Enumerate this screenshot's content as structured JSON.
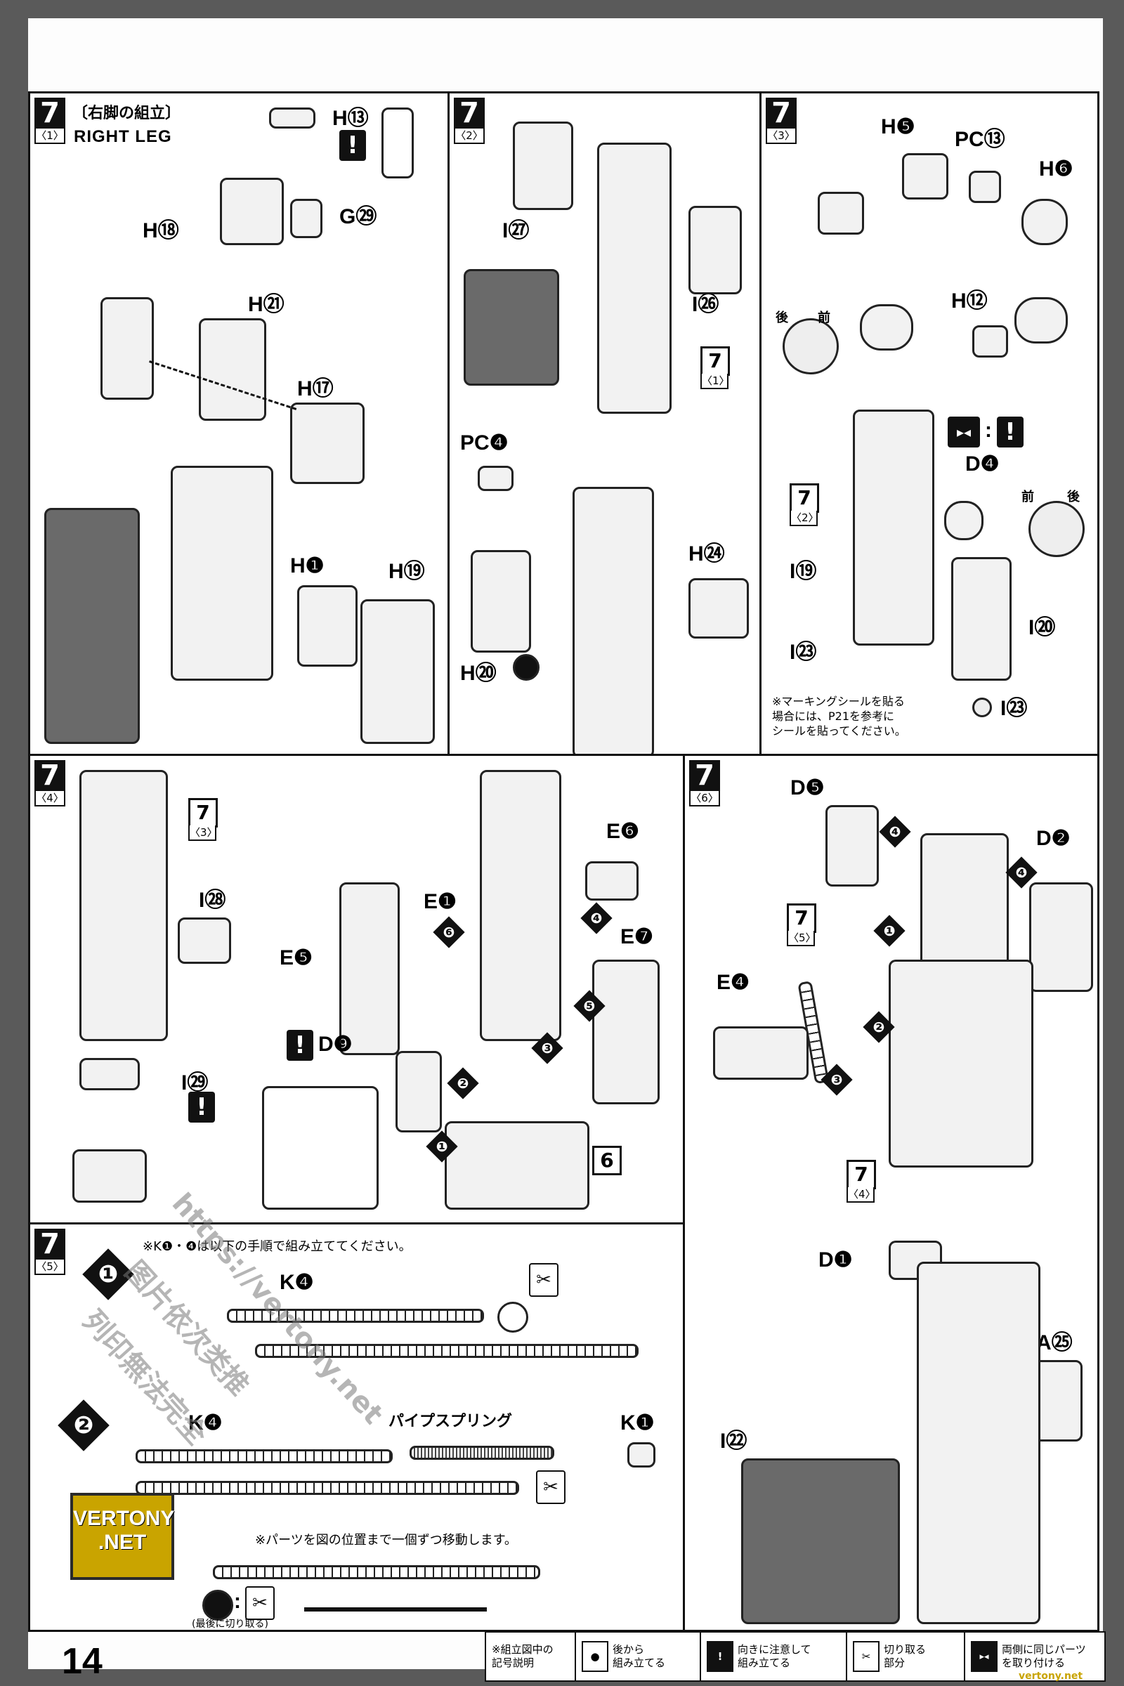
{
  "page": {
    "number": "14",
    "watermark_url": "https://vertony.net",
    "watermark_text_1": "图片依次类推",
    "watermark_text_2": "列印無法完全",
    "logo": "VERTONY\n.NET",
    "corner_tag": "vertony.net"
  },
  "step1": {
    "num": "7",
    "sub": "〈1〉",
    "title_jp": "〔右脚の組立〕",
    "title_en": "RIGHT LEG",
    "labels": [
      "H⑬",
      "G㉙",
      "H⑱",
      "H㉑",
      "H⑰",
      "H❶",
      "H⑲"
    ]
  },
  "step2": {
    "num": "7",
    "sub": "〈2〉",
    "labels": [
      "I㉗",
      "I㉖",
      "PC❹",
      "H㉔",
      "H⑳"
    ],
    "ref": "7",
    "ref_sub": "〈1〉"
  },
  "step3": {
    "num": "7",
    "sub": "〈3〉",
    "labels": [
      "H❺",
      "PC⑬",
      "H❻",
      "H⑫",
      "D❹",
      "I⑲",
      "I㉓",
      "I⑳",
      "I㉓"
    ],
    "dir_back": "後",
    "dir_front": "前",
    "ref": "7",
    "ref_sub": "〈2〉",
    "note": "※マーキングシールを貼る\n場合には、P21を参考に\nシールを貼ってください。"
  },
  "step4": {
    "num": "7",
    "sub": "〈4〉",
    "labels": [
      "I㉘",
      "I㉙",
      "E❶",
      "E❻",
      "E❺",
      "E❼",
      "D❾"
    ],
    "ref": "7",
    "ref_sub": "〈3〉",
    "sequence": [
      "❶",
      "❷",
      "❸",
      "❹",
      "❺",
      "❻"
    ],
    "box": "6"
  },
  "step5": {
    "num": "7",
    "sub": "〈5〉",
    "note1": "※K❶・❹は以下の手順で組み立ててください。",
    "part_k4": "K❹",
    "part_k1": "K❶",
    "spring": "パイプスプリング",
    "note3": "※パーツを図の位置まで一個ずつ移動します。",
    "cut_note": "(最後に切り取る)"
  },
  "step6": {
    "num": "7",
    "sub": "〈6〉",
    "labels": [
      "D❺",
      "D❷",
      "E❹",
      "D❶",
      "A㉕",
      "I㉒"
    ],
    "ref_a": "7",
    "ref_a_sub": "〈5〉",
    "ref_b": "7",
    "ref_b_sub": "〈4〉"
  },
  "legend": {
    "title": "※組立図中の\n記号説明",
    "items": [
      {
        "icon": "●",
        "text": "後から\n組み立てる"
      },
      {
        "icon": "!",
        "text": "向きに注意して\n組み立てる"
      },
      {
        "icon": "✂",
        "text": "切り取る\n部分"
      },
      {
        "icon": "▸◂",
        "text": "両側に同じパーツ\nを取り付ける"
      }
    ]
  }
}
